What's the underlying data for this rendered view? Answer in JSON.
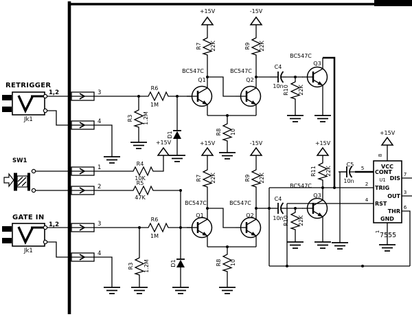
{
  "titles": {
    "retrigger": "RETRIGGER",
    "gate_in": "GATE IN",
    "sw1": "SW1"
  },
  "jacks": [
    {
      "name": "Jk1",
      "pins": "1,2"
    },
    {
      "name": "Jk1",
      "pins": "1,2"
    }
  ],
  "connectors": [
    "3",
    "4",
    "1",
    "2",
    "3",
    "4"
  ],
  "resistors": [
    {
      "ref": "R3",
      "val": "1.2M"
    },
    {
      "ref": "R6",
      "val": "1M"
    },
    {
      "ref": "R7",
      "val": "22K"
    },
    {
      "ref": "R9",
      "val": "22K"
    },
    {
      "ref": "R8",
      "val": "10"
    },
    {
      "ref": "R10",
      "val": "22K"
    },
    {
      "ref": "R4",
      "val": "10K"
    },
    {
      "ref": "R5",
      "val": "47K"
    },
    {
      "ref": "R11",
      "val": "22K"
    },
    {
      "ref": "R3",
      "val": "1.2M"
    },
    {
      "ref": "R6",
      "val": "1M"
    },
    {
      "ref": "R7",
      "val": "22K"
    },
    {
      "ref": "R9",
      "val": "22K"
    },
    {
      "ref": "R8",
      "val": "10"
    },
    {
      "ref": "R10",
      "val": "22K"
    }
  ],
  "capacitors": [
    {
      "ref": "C4",
      "val": "10n"
    },
    {
      "ref": "C4",
      "val": "10n"
    },
    {
      "ref": "C5",
      "val": "10n"
    }
  ],
  "diodes": [
    {
      "ref": "D1"
    },
    {
      "ref": "D1"
    }
  ],
  "transistors": [
    {
      "ref": "Q1",
      "part": "BC547C"
    },
    {
      "ref": "Q2",
      "part": "BC547C"
    },
    {
      "ref": "Q3",
      "part": "BC547C"
    },
    {
      "ref": "Q1",
      "part": "BC547C"
    },
    {
      "ref": "Q2",
      "part": "BC547C"
    },
    {
      "ref": "Q3",
      "part": "BC547C"
    }
  ],
  "power": {
    "p15": "+15V",
    "m15": "-15V"
  },
  "ic": {
    "ref": "U1",
    "part": "7555",
    "pin_names": {
      "vcc": "VCC",
      "cont": "CONT",
      "trig": "TRIG",
      "rst": "RST",
      "dis": "DIS",
      "out": "OUT",
      "thr": "THR",
      "gnd": "GND"
    },
    "pin_numbers": {
      "vcc": "8",
      "cont": "5",
      "trig": "2",
      "rst": "4",
      "dis": "7",
      "out": "3",
      "thr": "6",
      "gnd": "1"
    }
  },
  "colors": {
    "ink": "#000000",
    "bg": "#ffffff"
  }
}
